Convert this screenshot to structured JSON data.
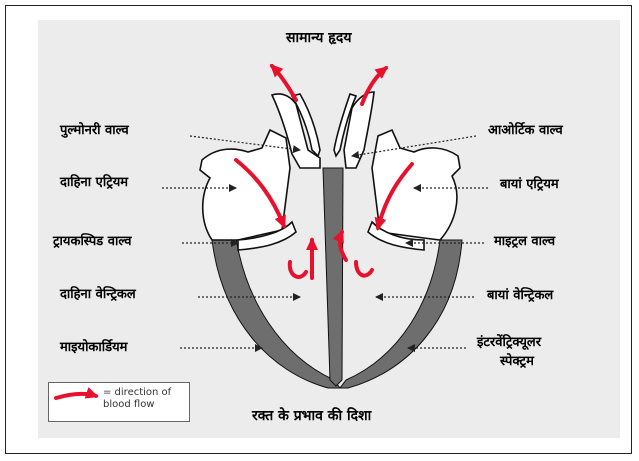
{
  "title": "सामान्य हृदय",
  "caption": "रक्त के प्रभाव की दिशा",
  "left_labels": [
    "पुल्मोनरी वाल्व",
    "दाहिना एट्रियम",
    "ट्रायकस्पिड वाल्व",
    "दाहिना वेन्ट्रिकल",
    "माइयोकार्डियम"
  ],
  "right_labels": [
    "आओर्टिक वाल्व",
    "बायां एट्रियम",
    "माइट्रल वाल्व",
    "बायां वेन्ट्रिकल",
    "इंटरवेंट्रिक्यूलर",
    "स्पेक्ट्रम"
  ],
  "legend": {
    "text": "= direction of blood flow"
  },
  "colors": {
    "flow_arrow": "#e8112d",
    "muscle": "#6e6e6e",
    "panel": "#ececec",
    "pointer": "#222222"
  }
}
